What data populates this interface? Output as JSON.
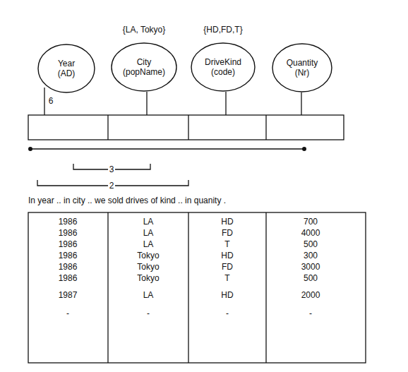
{
  "diagram": {
    "nodes": [
      {
        "text": [
          "Year",
          "(AD)"
        ]
      },
      {
        "text": [
          "City",
          "(popName)"
        ]
      },
      {
        "text": [
          "DriveKind",
          "(code)"
        ]
      },
      {
        "text": [
          "Quantity",
          "(Nr)"
        ]
      }
    ],
    "labels": [
      "{LA, Tokyo}",
      "{HD,FD,T}",
      "6",
      "3",
      "2",
      "In year .. in city .. we sold drives of kind .. in quanity .",
      "1986",
      "LA",
      "HD",
      "700",
      "1986",
      "LA",
      "FD",
      "4000",
      "1986",
      "LA",
      "T",
      "500",
      "1986",
      "Tokyo",
      "HD",
      "300",
      "1986",
      "Tokyo",
      "FD",
      "3000",
      "1986",
      "Tokyo",
      "T",
      "500",
      "1987",
      "LA",
      "HD",
      "2000",
      "-",
      "-",
      "-",
      "-"
    ]
  }
}
